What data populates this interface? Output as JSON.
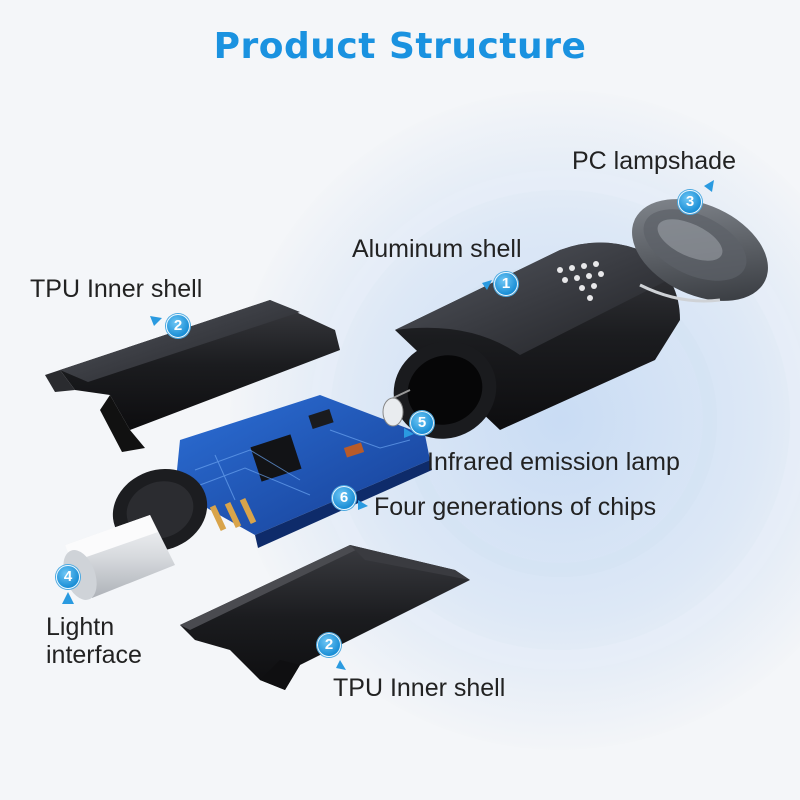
{
  "title": "Product Structure",
  "colors": {
    "title": "#1a92e0",
    "badge": "#1b8fd6",
    "text": "#222222",
    "metal": "#1e1f22",
    "pcb": "#1e4fb0"
  },
  "callouts": [
    {
      "id": "aluminum-shell",
      "label": "Aluminum shell",
      "number": "1"
    },
    {
      "id": "tpu-inner-shell-top",
      "label": "TPU Inner shell",
      "number": "2"
    },
    {
      "id": "pc-lampshade",
      "label": "PC lampshade",
      "number": "3"
    },
    {
      "id": "lightn-interface",
      "label_line1": "Lightn",
      "label_line2": "interface",
      "number": "4"
    },
    {
      "id": "infrared-emission-lamp",
      "label": "Infrared emission lamp",
      "number": "5"
    },
    {
      "id": "four-generations-chips",
      "label": "Four generations of chips",
      "number": "6"
    },
    {
      "id": "tpu-inner-shell-bottom",
      "label": "TPU Inner shell",
      "number": "2"
    }
  ]
}
